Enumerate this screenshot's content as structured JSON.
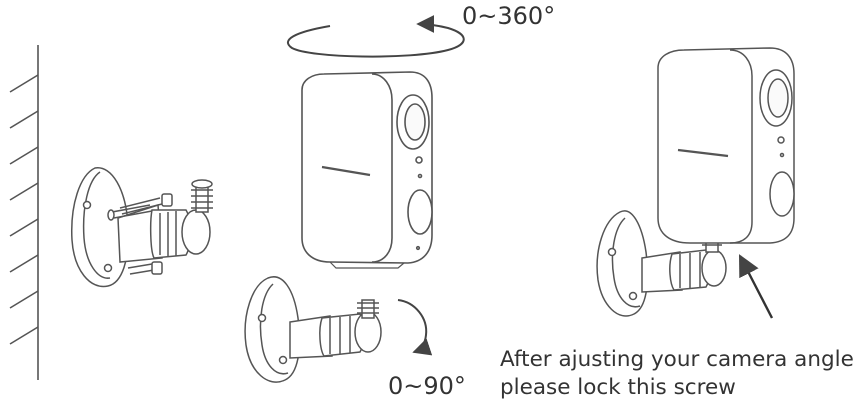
{
  "labels": {
    "rotation": "0~360°",
    "tilt": "0~90°",
    "instruction_line1": "After ajusting your camera angle",
    "instruction_line2": "please lock this screw"
  },
  "colors": {
    "stroke": "#555555",
    "light_stroke": "#999999",
    "text": "#333333",
    "background": "#ffffff"
  }
}
